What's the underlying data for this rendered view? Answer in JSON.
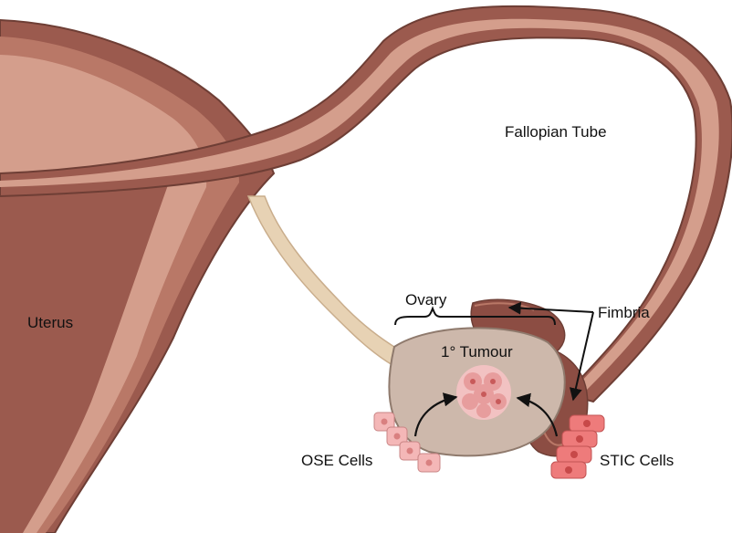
{
  "labels": {
    "uterus": "Uterus",
    "fallopian_tube": "Fallopian Tube",
    "ovary": "Ovary",
    "fimbria": "Fimbria",
    "primary_tumour": "1° Tumour",
    "ose_cells": "OSE Cells",
    "stic_cells": "STIC Cells"
  },
  "colors": {
    "tissue_dark": "#9b5a4e",
    "tissue_mid": "#b97867",
    "tissue_light": "#d49e8c",
    "tissue_pale": "#e6bfae",
    "ligament": "#e7d2b4",
    "ovary": "#cdb8ab",
    "tumour": "#e79d9d",
    "cells": "#f4b7b7",
    "stic_cells": "#ee7b7b",
    "outline": "#6e3e35",
    "text": "#111111"
  }
}
